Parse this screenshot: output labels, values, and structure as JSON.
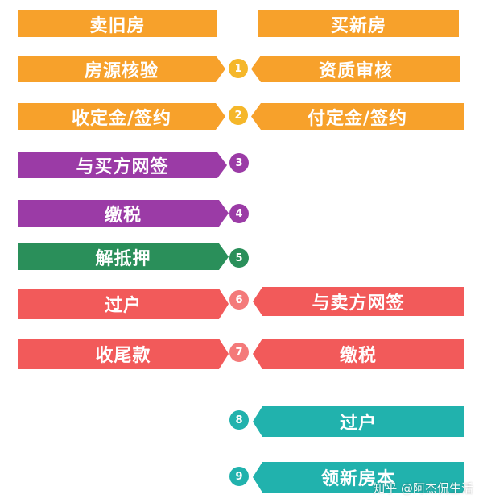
{
  "left_header": "卖旧房",
  "right_header": "买新房",
  "steps": [
    {
      "num": "1",
      "left": "房源核验",
      "right": "资质审核"
    },
    {
      "num": "2",
      "left": "收定金/签约",
      "right": "付定金/签约"
    },
    {
      "num": "3",
      "left": "与买方网签",
      "right": ""
    },
    {
      "num": "4",
      "left": "缴税",
      "right": ""
    },
    {
      "num": "5",
      "left": "解抵押",
      "right": ""
    },
    {
      "num": "6",
      "left": "过户",
      "right": "与卖方网签"
    },
    {
      "num": "7",
      "left": "收尾款",
      "right": "缴税"
    },
    {
      "num": "8",
      "left": "",
      "right": "过户"
    },
    {
      "num": "9",
      "left": "",
      "right": "领新房本"
    }
  ],
  "watermark": "知乎 @阿杰侃生活",
  "colors": {
    "orange": "#f7a12b",
    "purple": "#9b3ba6",
    "green": "#2a8f5a",
    "red": "#f25a5a",
    "teal": "#21b2ad"
  }
}
